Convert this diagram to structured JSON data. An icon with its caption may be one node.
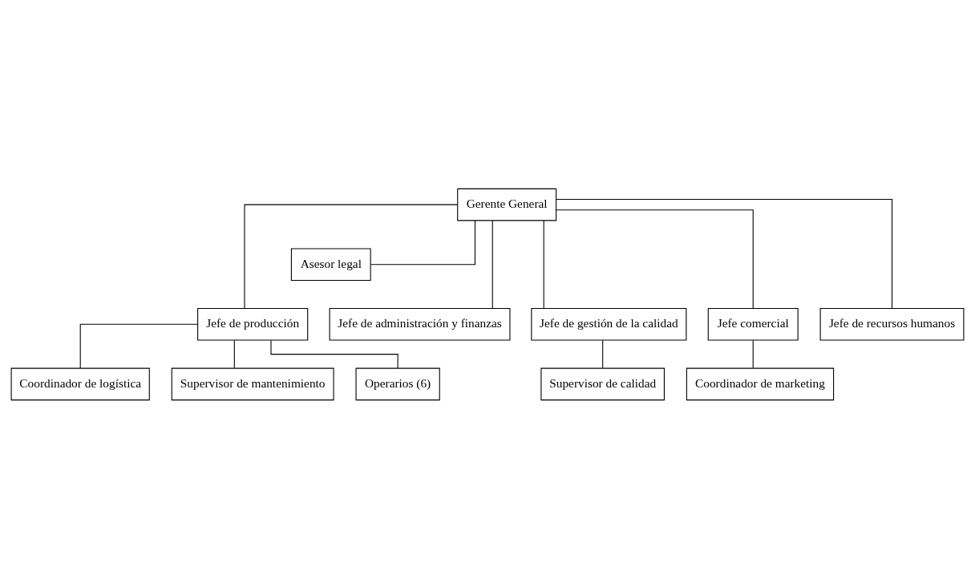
{
  "diagram": {
    "nodes": [
      {
        "text": [
          "Gerente General"
        ]
      },
      {
        "text": [
          "Asesor legal"
        ]
      },
      {
        "text": [
          "Jefe de producción"
        ]
      },
      {
        "text": [
          "Jefe de administración y finanzas"
        ]
      },
      {
        "text": [
          "Jefe de gestión de la calidad"
        ]
      },
      {
        "text": [
          "Jefe comercial"
        ]
      },
      {
        "text": [
          "Jefe de recursos humanos"
        ]
      },
      {
        "text": [
          "Coordinador de logística"
        ]
      },
      {
        "text": [
          "Supervisor de mantenimiento"
        ]
      },
      {
        "text": [
          "Operarios (6)"
        ]
      },
      {
        "text": [
          "Supervisor de calidad"
        ]
      },
      {
        "text": [
          "Coordinador de marketing"
        ]
      }
    ],
    "edges": [
      {
        "from": 0,
        "to": 1,
        "arrow": "none"
      },
      {
        "from": 0,
        "to": 2,
        "arrow": "none"
      },
      {
        "from": 0,
        "to": 3,
        "arrow": "none"
      },
      {
        "from": 0,
        "to": 4,
        "arrow": "none"
      },
      {
        "from": 0,
        "to": 5,
        "arrow": "none"
      },
      {
        "from": 0,
        "to": 6,
        "arrow": "none"
      },
      {
        "from": 2,
        "to": 7,
        "arrow": "none"
      },
      {
        "from": 2,
        "to": 8,
        "arrow": "none"
      },
      {
        "from": 2,
        "to": 9,
        "arrow": "none"
      },
      {
        "from": 4,
        "to": 10,
        "arrow": "none"
      },
      {
        "from": 5,
        "to": 11,
        "arrow": "none"
      }
    ]
  }
}
